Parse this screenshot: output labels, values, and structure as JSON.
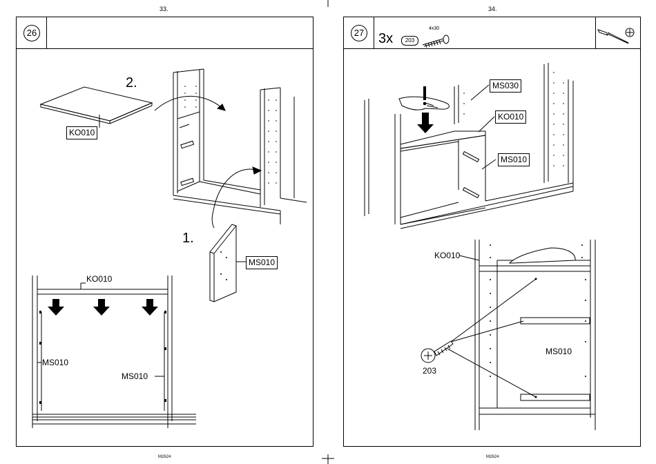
{
  "pages": [
    {
      "number": "33.",
      "footer": "M2624"
    },
    {
      "number": "34.",
      "footer": "M2624"
    }
  ],
  "step26": {
    "step": "26",
    "order": [
      "2.",
      "1."
    ],
    "parts": {
      "top_board": "KO010",
      "side_panel": "MS010",
      "detail_top": "KO010",
      "detail_left": "MS010",
      "detail_right": "MS010"
    }
  },
  "step27": {
    "step": "27",
    "quantity": "3x",
    "screw_id": "203",
    "screw_size": "4x30",
    "warning": "!",
    "parts": {
      "back": "MS030",
      "top": "KO010",
      "side": "MS010",
      "detail_top": "KO010",
      "detail_side": "MS010",
      "detail_screw": "203"
    },
    "tool_icons": [
      "screwdriver-icon",
      "phillips-head-icon"
    ]
  }
}
